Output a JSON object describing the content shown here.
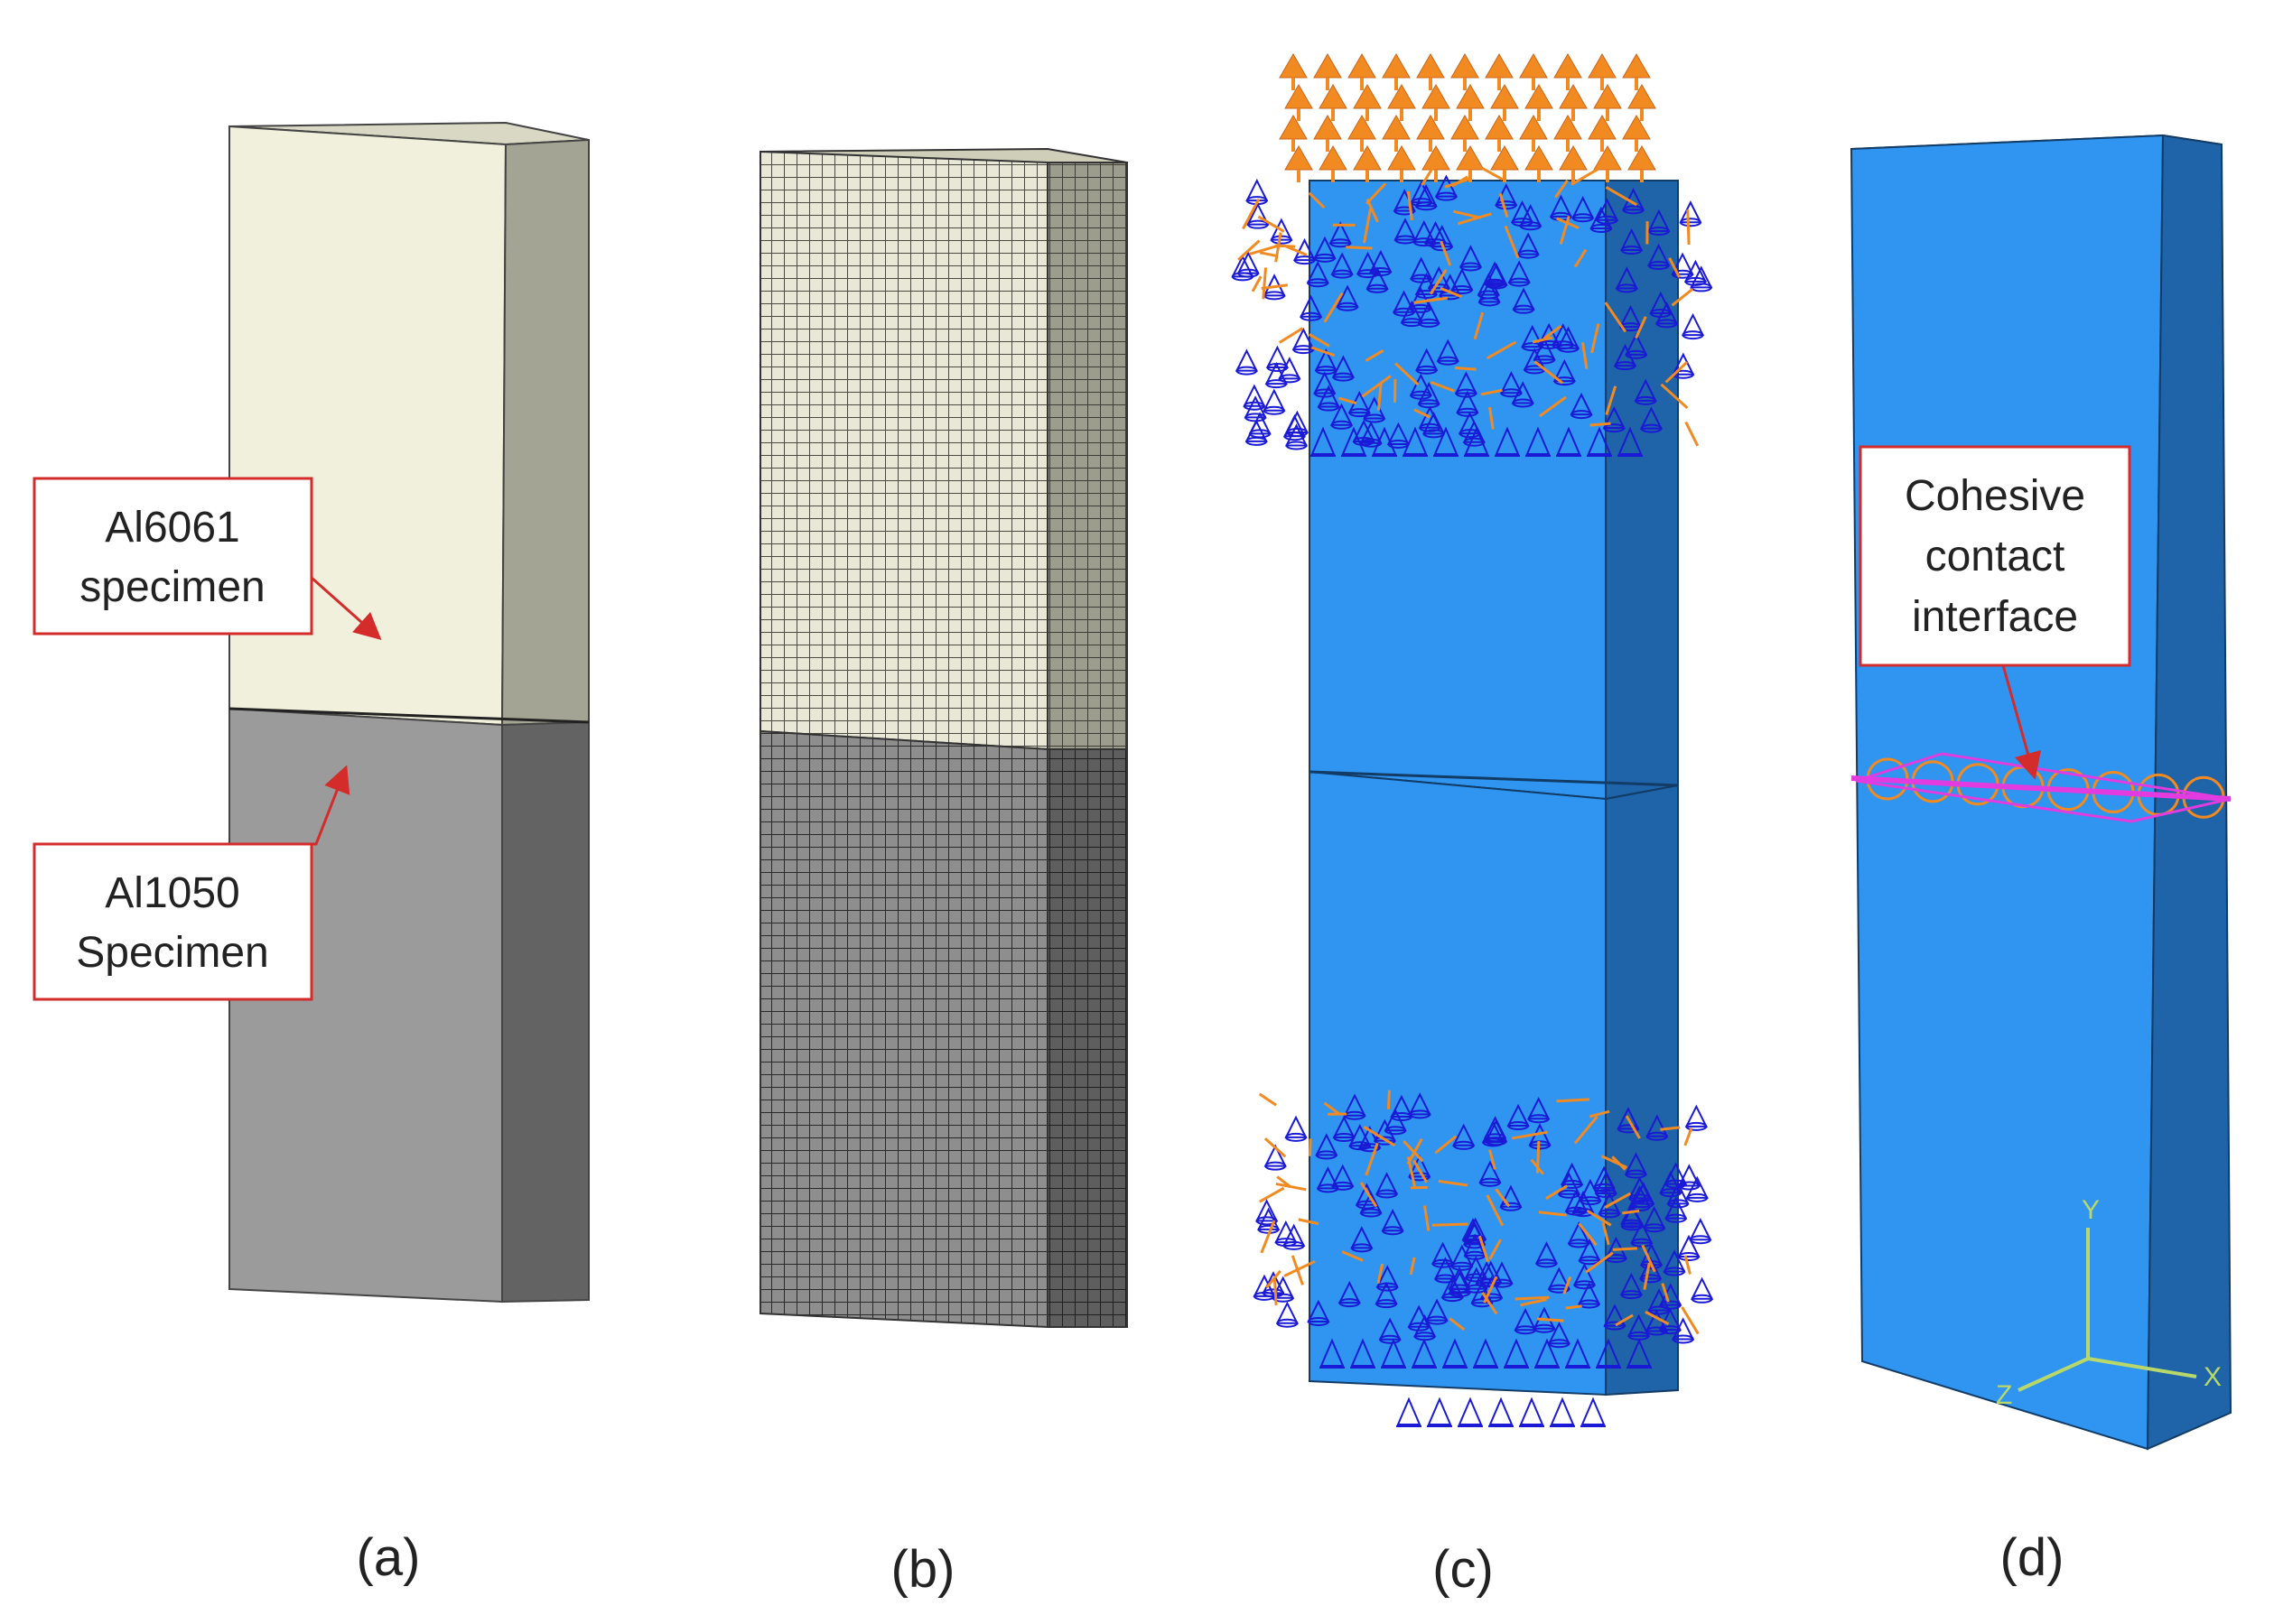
{
  "panels": [
    {
      "id": "a",
      "caption": "(a)"
    },
    {
      "id": "b",
      "caption": "(b)"
    },
    {
      "id": "c",
      "caption": "(c)"
    },
    {
      "id": "d",
      "caption": "(d)"
    }
  ],
  "callouts": {
    "al6061": {
      "line1": "Al6061",
      "line2": "specimen"
    },
    "al1050": {
      "line1": "Al1050",
      "line2": "Specimen"
    },
    "cohesive": {
      "line1": "Cohesive",
      "line2": "contact",
      "line3": "interface"
    }
  },
  "axes": {
    "y": "Y",
    "x": "X",
    "z": "Z"
  },
  "colors": {
    "al6061_face": "#f1f0dc",
    "al6061_side": "#a3a493",
    "al1050_face": "#9b9b9b",
    "al1050_side": "#636363",
    "abaqus_blue": "#2f95f0",
    "abaqus_blue_side": "#1f63a8",
    "load_arrow": "#f28a22",
    "bc_symbol": "#1a1ad6",
    "interface_line": "#e23be0",
    "callout_border": "#d42b2b",
    "axis_triad": "#b9d86a"
  }
}
